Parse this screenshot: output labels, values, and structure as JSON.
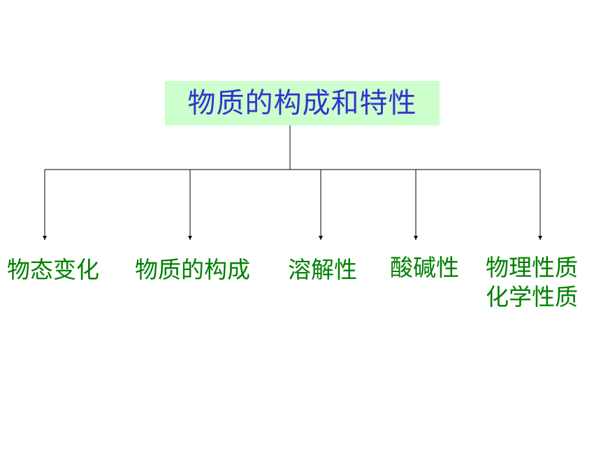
{
  "root": {
    "label": "物质的构成和特性"
  },
  "children": [
    {
      "label": "物态变化"
    },
    {
      "label": "物质的构成"
    },
    {
      "label": "溶解性"
    },
    {
      "label": "酸碱性"
    },
    {
      "label_line1": "物理性质",
      "label_line2": "化学性质"
    }
  ],
  "colors": {
    "root_text": "#3333cc",
    "root_background": "#ccffcc",
    "child_text": "#008000",
    "connector": "#000000"
  }
}
